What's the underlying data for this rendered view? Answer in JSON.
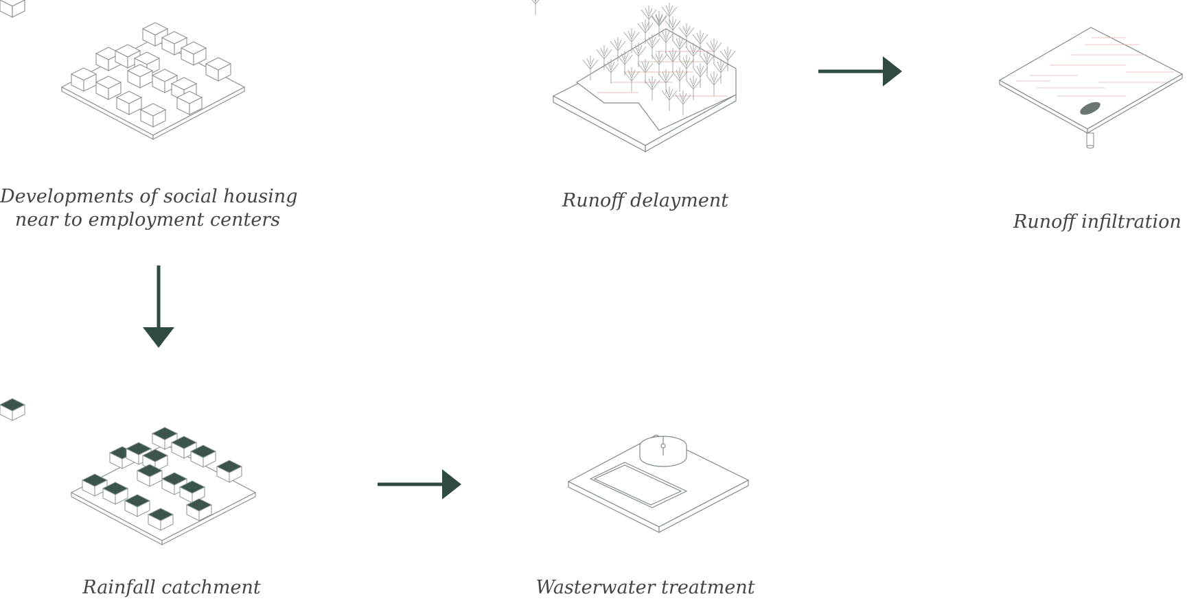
{
  "diagram": {
    "colors": {
      "accent": "#2f4a43",
      "line": "#7f8a87",
      "roof_dark": "#3b544c",
      "hatch": "#d9a3a3"
    },
    "nodes": {
      "social_housing": {
        "label_line1": "Developments of social housing",
        "label_line2": "near to  employment centers",
        "icon": "isometric-housing-blocks-icon"
      },
      "runoff_delayment": {
        "label": "Runoff delayment",
        "icon": "isometric-forest-terrain-icon"
      },
      "runoff_infiltration": {
        "label": "Runoff infiltration",
        "icon": "isometric-infiltration-slab-icon"
      },
      "rainfall_catchment": {
        "label": "Rainfall catchment",
        "icon": "isometric-green-roof-blocks-icon"
      },
      "wastewater_treatment": {
        "label": "Wasterwater treatment",
        "icon": "isometric-treatment-plant-icon"
      }
    },
    "arrows": [
      {
        "from": "runoff_delayment",
        "to": "runoff_infiltration",
        "direction": "right"
      },
      {
        "from": "social_housing",
        "to": "rainfall_catchment",
        "direction": "down"
      },
      {
        "from": "rainfall_catchment",
        "to": "wastewater_treatment",
        "direction": "right"
      }
    ]
  }
}
